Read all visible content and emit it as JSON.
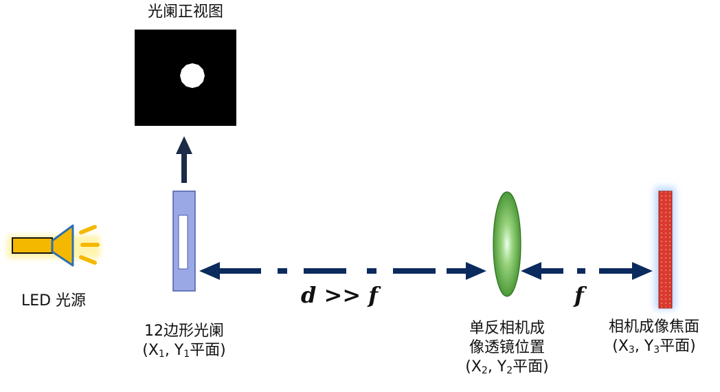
{
  "aperture_view": {
    "title": "光阑正视图"
  },
  "led": {
    "label": "LED 光源"
  },
  "aperture": {
    "label_line1": "12边形光阑",
    "plane": {
      "open": "(X",
      "sub1": "1",
      "mid": ", Y",
      "sub2": "1",
      "close": "平面)"
    }
  },
  "lens": {
    "label_line1": "单反相机成",
    "label_line2": "像透镜位置",
    "plane": {
      "open": "(X",
      "sub1": "2",
      "mid": ", Y",
      "sub2": "2",
      "close": "平面)"
    }
  },
  "focal_plane": {
    "label_line1": "相机成像焦面",
    "plane": {
      "open": "(X",
      "sub1": "3",
      "mid": ", Y",
      "sub2": "3",
      "close": "平面)"
    }
  },
  "distance_label": "d >> f",
  "focal_label": "f",
  "colors": {
    "arrow": "#0b2a5e",
    "led_body": "#f5b800",
    "led_outline": "#2f6fb0",
    "aperture_plate": "#9aa9e6",
    "lens": "#4fa43a",
    "sensor": "#d93a2e",
    "glow": "#bcd8ff"
  }
}
